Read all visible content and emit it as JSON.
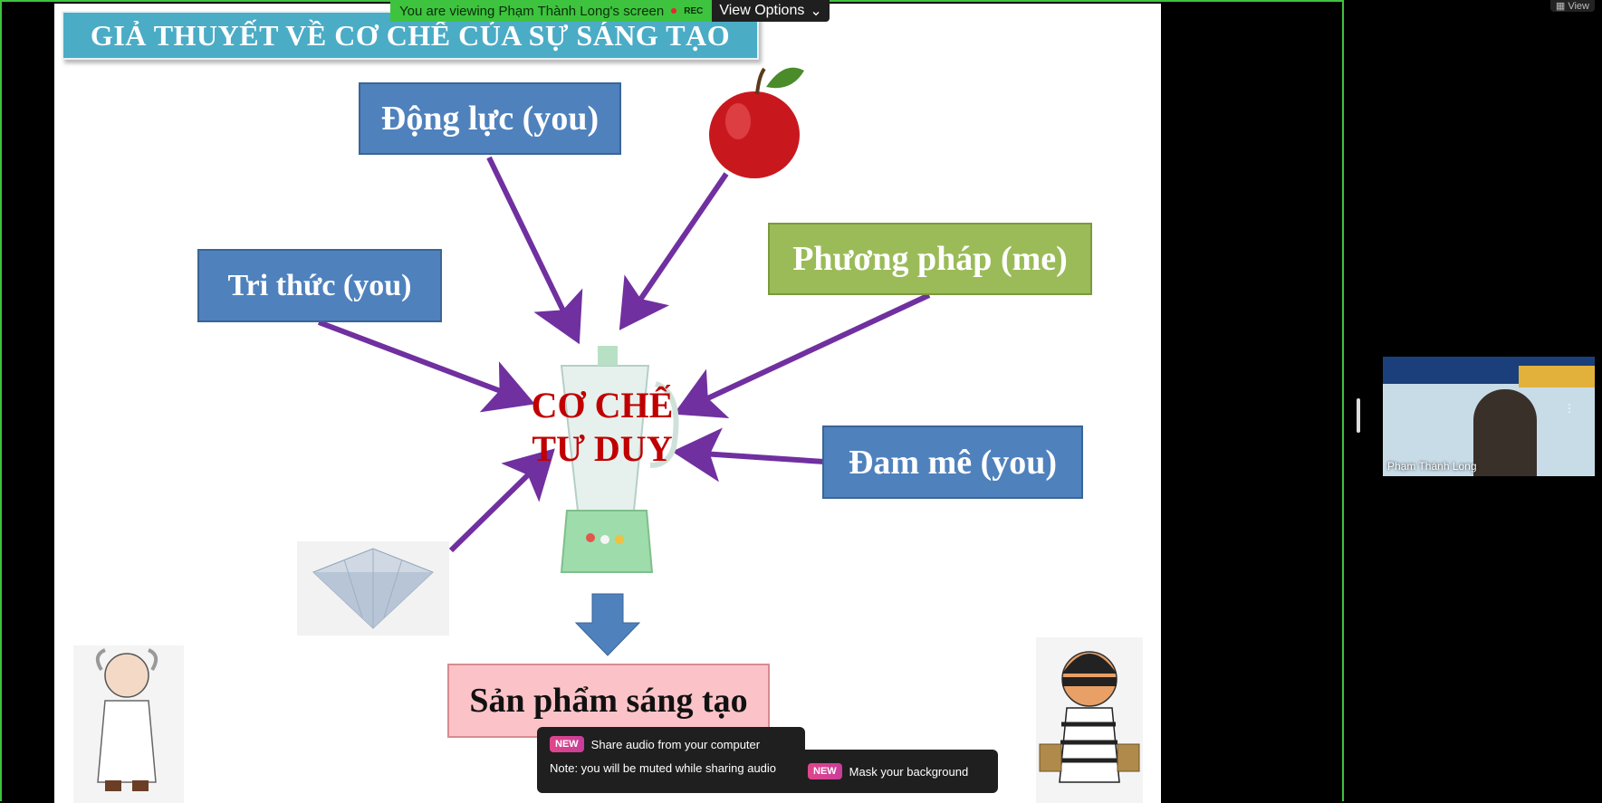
{
  "banner": {
    "viewing_text": "You are viewing Phạm Thành Long's screen",
    "rec_label": "REC",
    "view_options_label": "View Options"
  },
  "top_right_label": "View",
  "slide": {
    "title": "GIẢ THUYẾT VỀ CƠ CHẾ CỦA SỰ SÁNG TẠO",
    "box_dong_luc": "Động lực (you)",
    "box_tri_thuc": "Tri thức (you)",
    "box_phuong_phap": "Phương pháp (me)",
    "box_dam_me": "Đam mê (you)",
    "core_line1": "CƠ CHẾ",
    "core_line2": "TƯ DUY",
    "result_box": "Sản phẩm sáng tạo"
  },
  "tooltips": {
    "audio_badge": "NEW",
    "audio_title": "Share audio from your computer",
    "audio_note": "Note: you will be muted while sharing audio",
    "mask_badge": "NEW",
    "mask_title": "Mask your background"
  },
  "participant": {
    "name": "Phạm Thành Long"
  },
  "colors": {
    "share_border": "#3ec33e",
    "box_blue": "#4f81bd",
    "box_green": "#9bbb59",
    "box_pink": "#fbc3c8",
    "arrow_purple": "#7030a0",
    "core_text": "#c00000"
  }
}
